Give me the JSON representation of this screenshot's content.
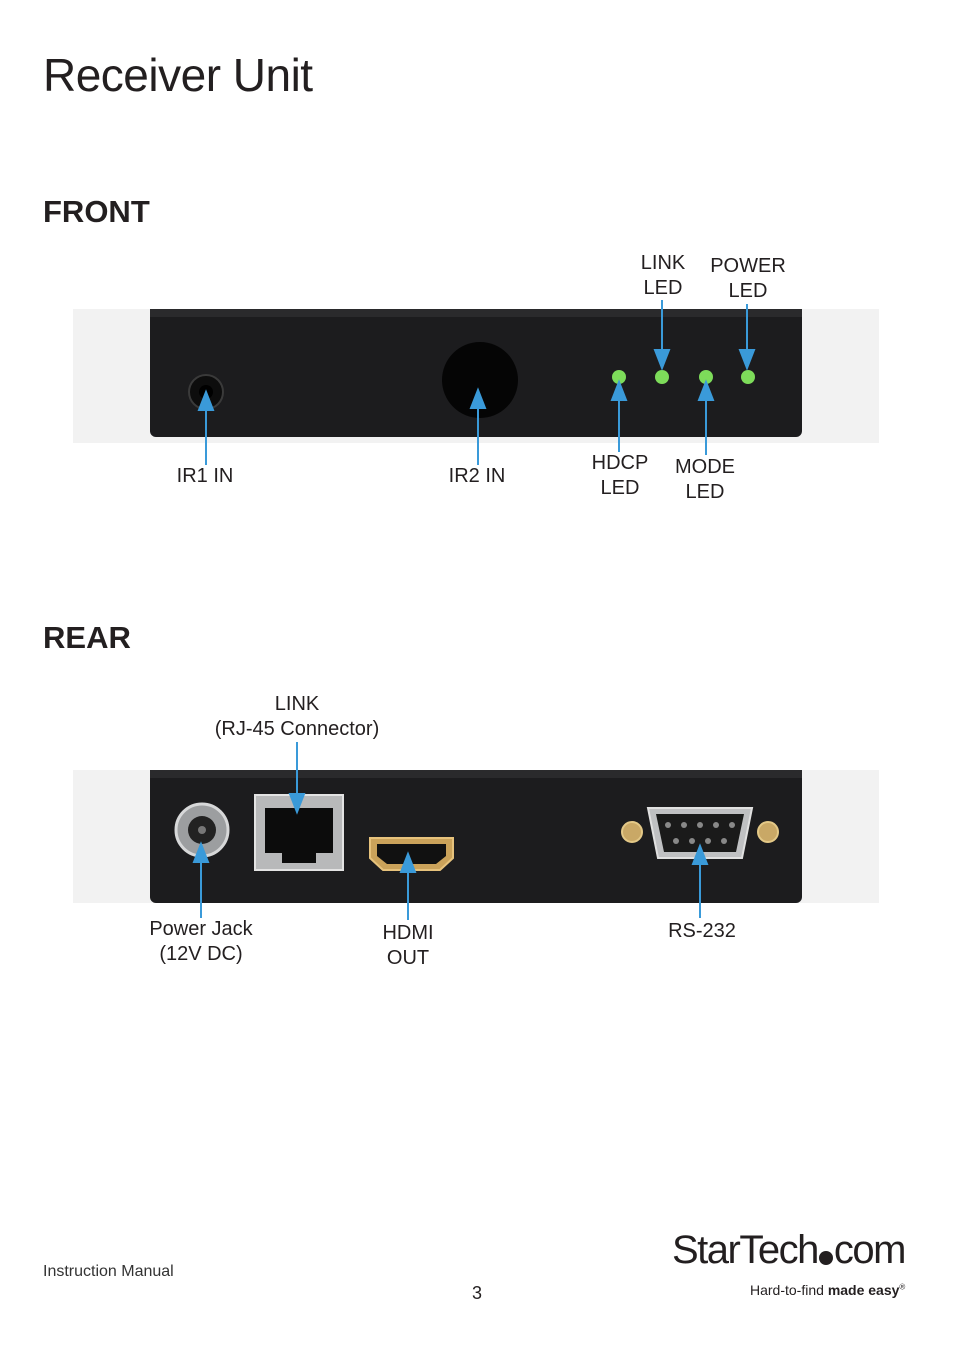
{
  "page": {
    "title": "Receiver Unit",
    "footer_left": "Instruction Manual",
    "page_number": "3"
  },
  "front": {
    "heading": "FRONT",
    "labels": {
      "link_led": [
        "LINK",
        "LED"
      ],
      "power_led": [
        "POWER",
        "LED"
      ],
      "ir1_in": "IR1 IN",
      "ir2_in": "IR2 IN",
      "hdcp_led": [
        "HDCP",
        "LED"
      ],
      "mode_led": [
        "MODE",
        "LED"
      ]
    }
  },
  "rear": {
    "heading": "REAR",
    "labels": {
      "link": [
        "LINK",
        "(RJ-45 Connector)"
      ],
      "power_jack": [
        "Power Jack",
        "(12V DC)"
      ],
      "hdmi_out": [
        "HDMI",
        "OUT"
      ],
      "rs232": "RS-232"
    }
  },
  "logo": {
    "wordmark_left": "StarTech",
    "wordmark_right": "com",
    "tagline_light": "Hard-to-find ",
    "tagline_bold": "made easy",
    "registered": "®"
  },
  "colors": {
    "arrow": "#3a9ad9",
    "device_body": "#1c1c1e",
    "led_green": "#7ddc5a",
    "backdrop": "#f2f2f2"
  }
}
